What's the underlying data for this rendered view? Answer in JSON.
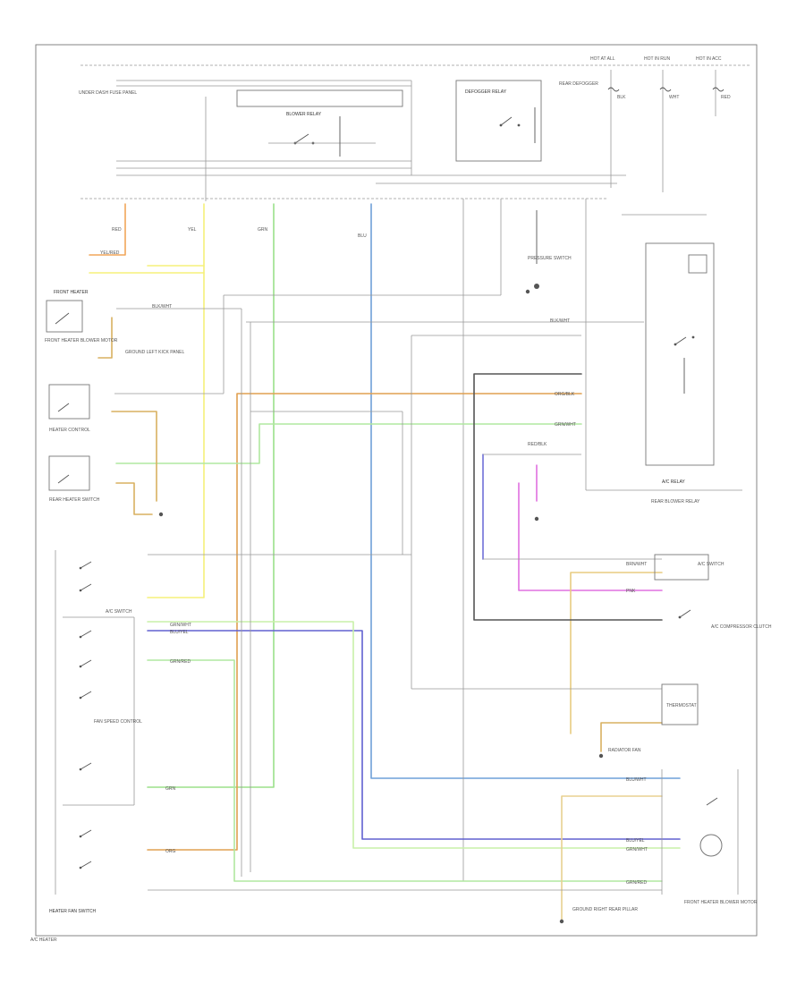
{
  "colors": {
    "border": "#777777",
    "orange": "#f2a65a",
    "yellow": "#f5f07a",
    "green": "#9be08a",
    "blue": "#6fa0d8",
    "purple": "#6060d0",
    "violet": "#e070e0",
    "tan": "#d8b060",
    "brown": "#a0845a",
    "black": "#555555",
    "gray": "#aaaaaa"
  },
  "labels": {
    "hot_at_all": "HOT AT ALL",
    "hot_in_run": "HOT IN RUN",
    "hot_in_acc": "HOT IN ACC",
    "fuse_panel": "UNDER DASH FUSE PANEL",
    "blower_relay": "BLOWER RELAY",
    "defogger_relay": "DEFOGGER RELAY",
    "rear_defogger": "REAR DEFOGGER",
    "front_heater": "FRONT HEATER",
    "front_heater_blower_motor": "FRONT HEATER BLOWER MOTOR",
    "heater_control": "HEATER CONTROL",
    "a_c_switch": "A/C SWITCH",
    "heater_fan_switch": "HEATER FAN SWITCH",
    "rear_heater_switch": "REAR HEATER SWITCH",
    "a_c_compressor_clutch": "A/C COMPRESSOR CLUTCH",
    "thermostat": "THERMOSTAT",
    "a_c_relay": "A/C RELAY",
    "pressure_switch": "PRESSURE SWITCH",
    "rear_blower_relay": "REAR BLOWER RELAY",
    "ground_left_kick": "GROUND LEFT KICK PANEL",
    "ground_right_rear": "GROUND RIGHT REAR PILLAR",
    "radiator_fan": "RADIATOR FAN",
    "fan_speed": "FAN SPEED CONTROL",
    "footer_code": "A/C HEATER"
  },
  "wire_codes": {
    "yel_red": "YEL/RED",
    "blk_wht": "BLK/WHT",
    "grn_wht": "GRN/WHT",
    "blu_wht": "BLU/WHT",
    "blu_yel": "BLU/YEL",
    "brn_wht": "BRN/WHT",
    "org_blk": "ORG/BLK",
    "red_blk": "RED/BLK",
    "grn_red": "GRN/RED",
    "blk": "BLK",
    "wht": "WHT",
    "yel": "YEL",
    "grn": "GRN",
    "blu": "BLU",
    "red": "RED",
    "pnk": "PNK",
    "org": "ORG"
  }
}
